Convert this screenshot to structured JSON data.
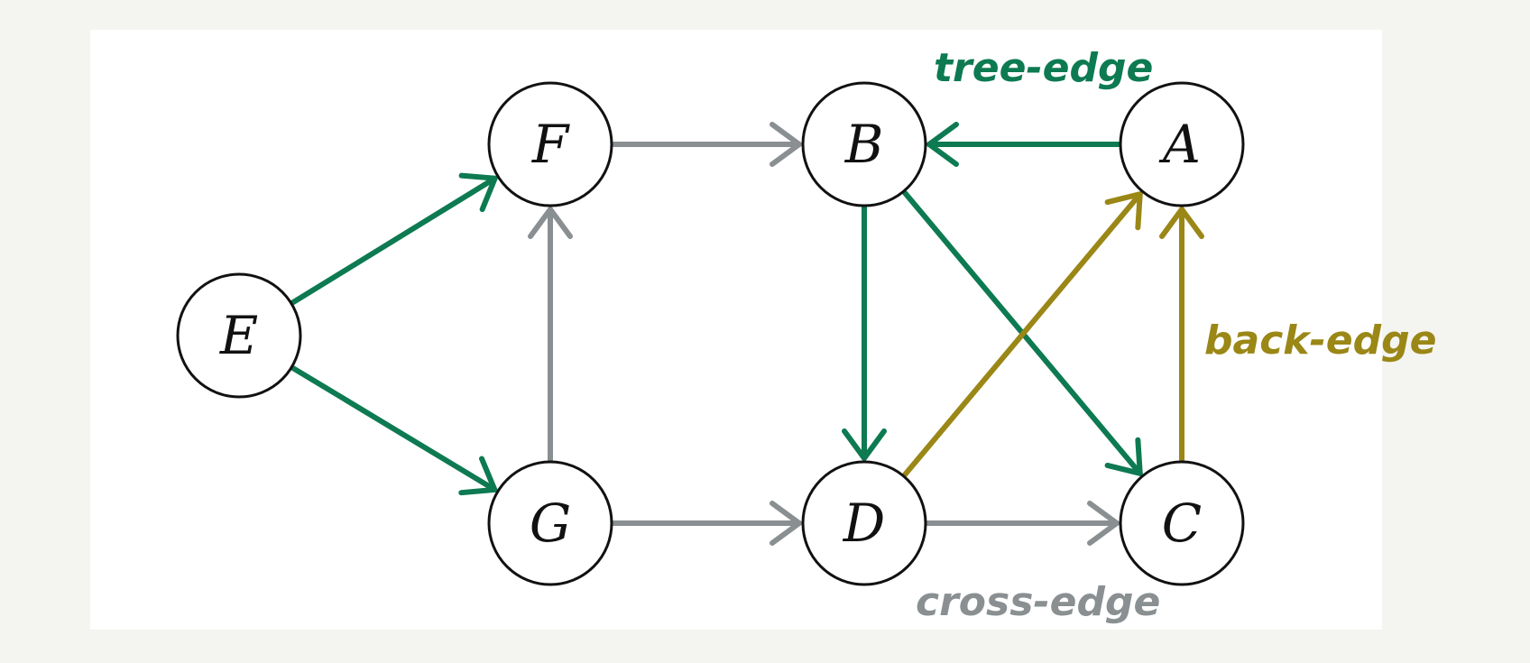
{
  "colors": {
    "background": "#f4f4f0",
    "panel": "#ffffff",
    "tree": "#0d7a52",
    "cross": "#8a8f91",
    "back": "#9a8716",
    "node_stroke": "#111111"
  },
  "nodes": [
    {
      "id": "E",
      "label": "E"
    },
    {
      "id": "F",
      "label": "F"
    },
    {
      "id": "G",
      "label": "G"
    },
    {
      "id": "B",
      "label": "B"
    },
    {
      "id": "D",
      "label": "D"
    },
    {
      "id": "A",
      "label": "A"
    },
    {
      "id": "C",
      "label": "C"
    }
  ],
  "edges": [
    {
      "from": "E",
      "to": "F",
      "kind": "tree"
    },
    {
      "from": "E",
      "to": "G",
      "kind": "tree"
    },
    {
      "from": "G",
      "to": "F",
      "kind": "cross"
    },
    {
      "from": "F",
      "to": "B",
      "kind": "cross"
    },
    {
      "from": "G",
      "to": "D",
      "kind": "cross"
    },
    {
      "from": "A",
      "to": "B",
      "kind": "tree"
    },
    {
      "from": "B",
      "to": "D",
      "kind": "tree"
    },
    {
      "from": "B",
      "to": "C",
      "kind": "tree"
    },
    {
      "from": "D",
      "to": "A",
      "kind": "back"
    },
    {
      "from": "C",
      "to": "A",
      "kind": "back"
    },
    {
      "from": "D",
      "to": "C",
      "kind": "cross"
    }
  ],
  "labels": {
    "tree": "tree-edge",
    "back": "back-edge",
    "cross": "cross-edge"
  }
}
